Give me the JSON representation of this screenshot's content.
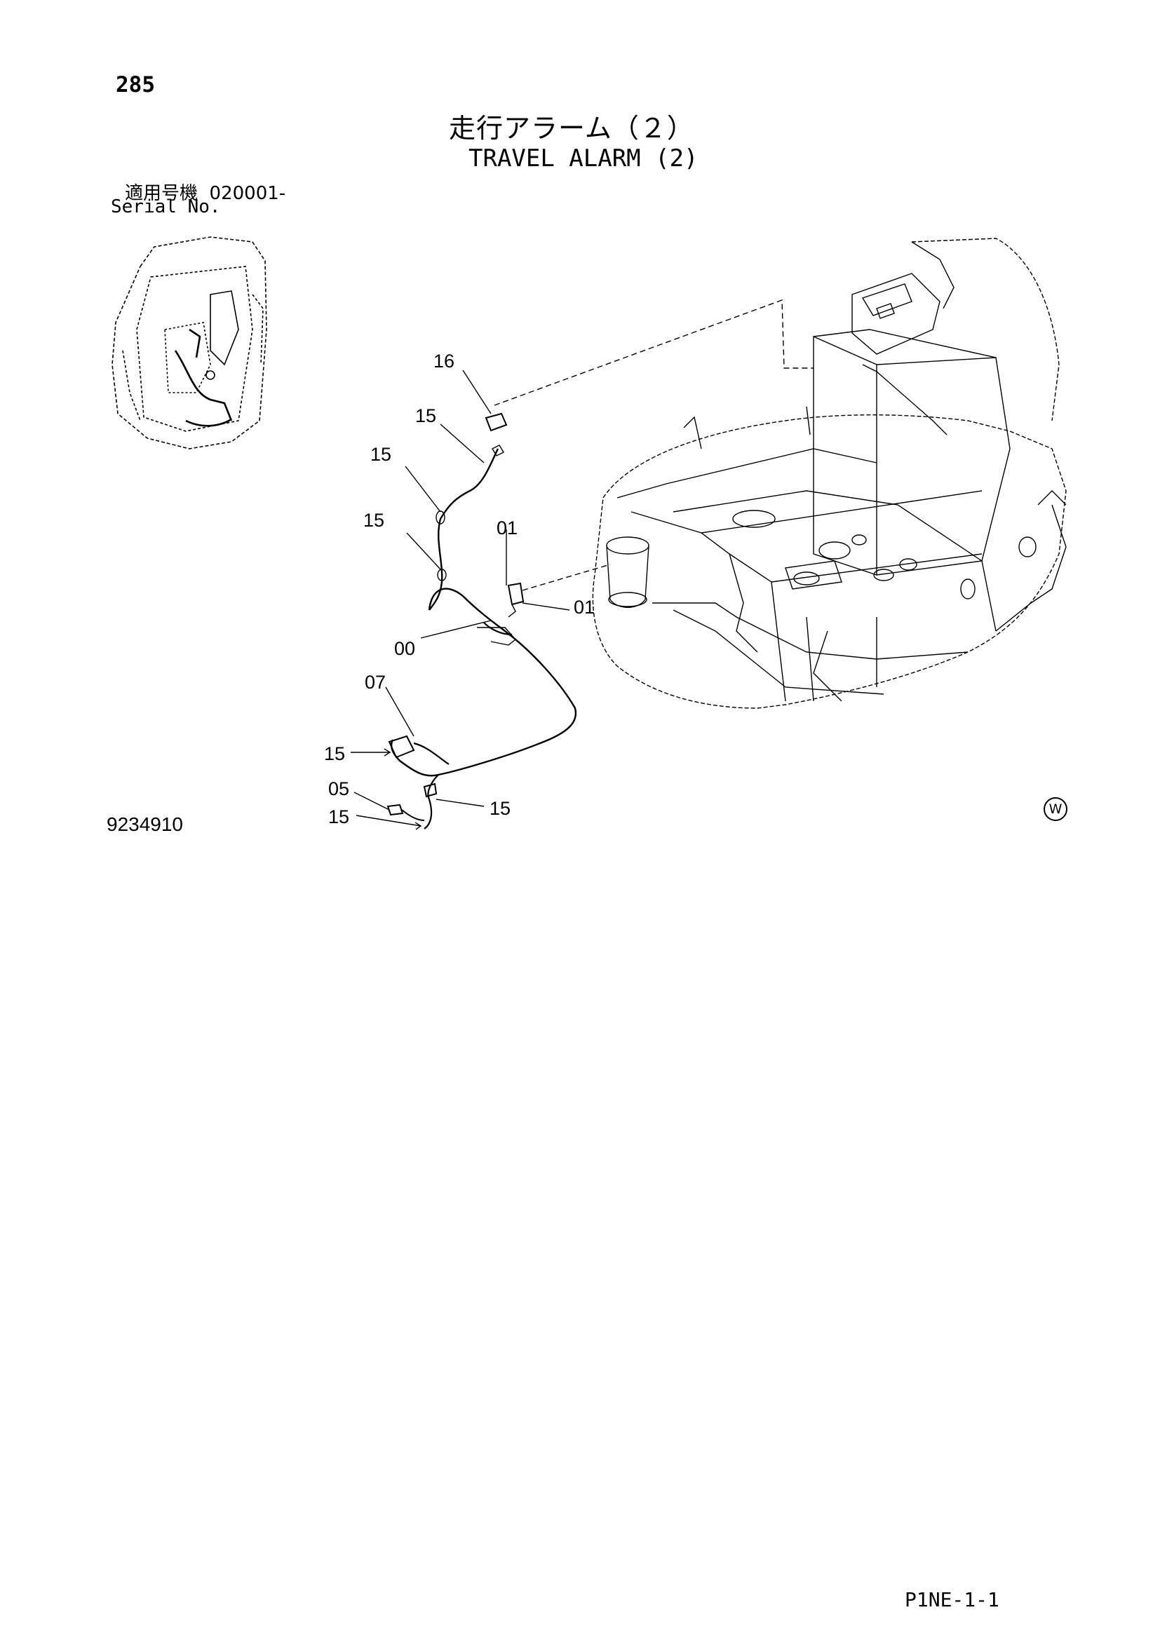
{
  "page_number": "285",
  "title_jp": "走行アラーム（２）",
  "title_en": "TRAVEL ALARM (2)",
  "serial_label_jp": "適用号機",
  "serial_value": "020001-",
  "serial_label_en": "Serial No.",
  "drawing_number": "9234910",
  "watermark_symbol": "W",
  "page_code": "P1NE-1-1",
  "callouts": [
    {
      "id": "c16",
      "label": "16"
    },
    {
      "id": "c15a",
      "label": "15"
    },
    {
      "id": "c15b",
      "label": "15"
    },
    {
      "id": "c15c",
      "label": "15"
    },
    {
      "id": "c01a",
      "label": "01"
    },
    {
      "id": "c01b",
      "label": "01"
    },
    {
      "id": "c00",
      "label": "00"
    },
    {
      "id": "c07",
      "label": "07"
    },
    {
      "id": "c15d",
      "label": "15"
    },
    {
      "id": "c05",
      "label": "05"
    },
    {
      "id": "c15e",
      "label": "15"
    },
    {
      "id": "c15f",
      "label": "15"
    }
  ]
}
